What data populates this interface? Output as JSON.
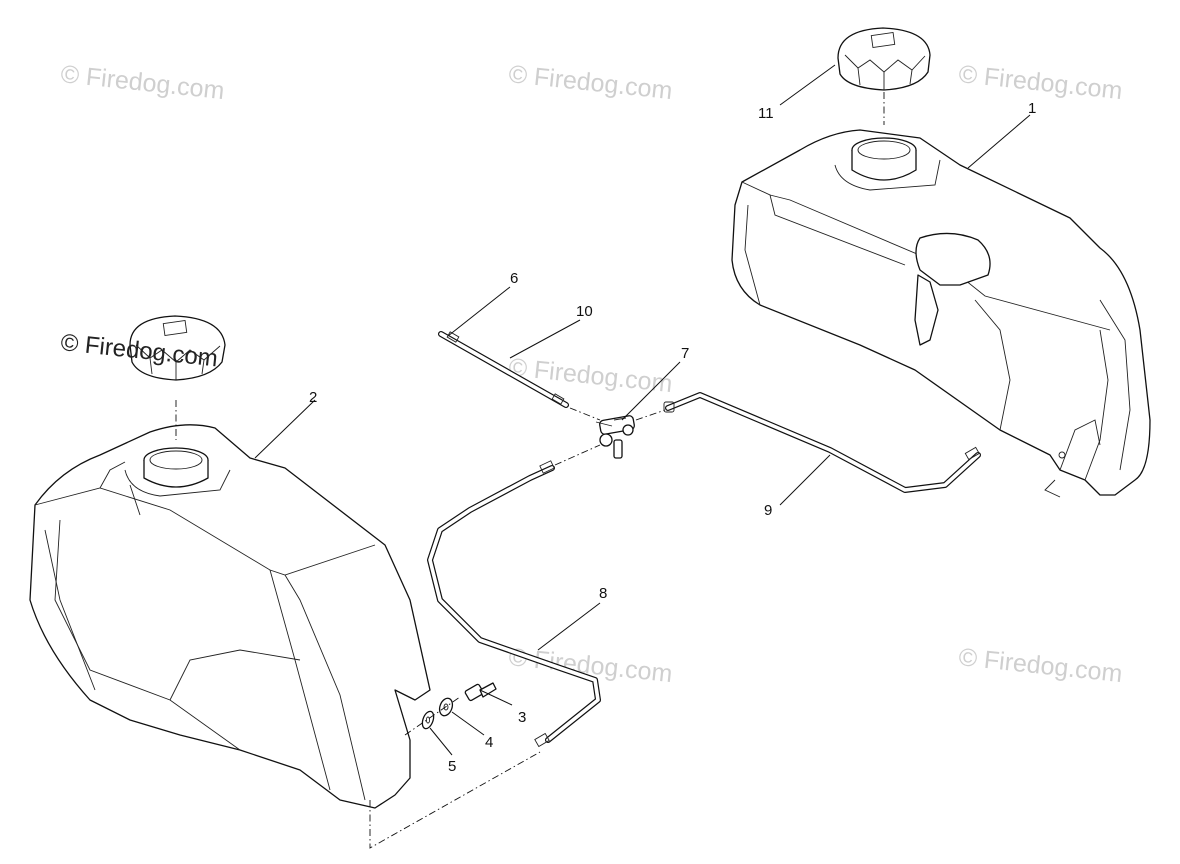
{
  "watermark": {
    "text": "© Firedog.com",
    "main_text": "© Firedog.com"
  },
  "callouts": {
    "c1": "1",
    "c2": "2",
    "c3": "3",
    "c4": "4",
    "c5": "5",
    "c6": "6",
    "c7": "7",
    "c8": "8",
    "c9": "9",
    "c10": "10",
    "c11": "11"
  }
}
